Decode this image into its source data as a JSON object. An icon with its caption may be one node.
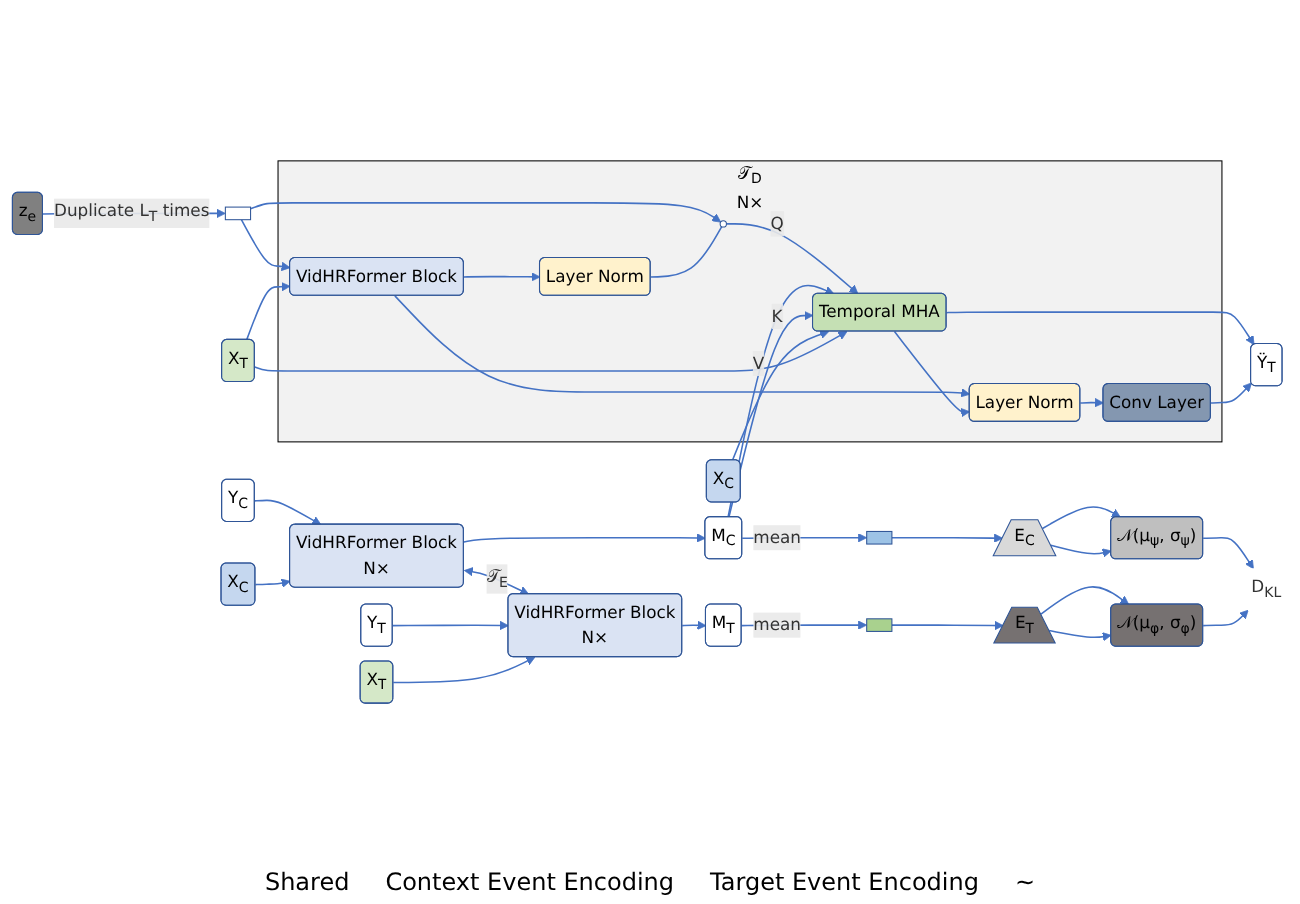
{
  "diagram": {
    "nodes": [
      {
        "text": [
          "Y$_{C}$"
        ]
      },
      {
        "text": [
          "VidHRFormer Block",
          "N×"
        ]
      },
      {
        "text": [
          "X$_{C}$"
        ]
      },
      {
        "text": [
          "M$_{C}$"
        ]
      },
      {
        "text": [],
        "shape": "box"
      },
      {
        "text": [
          "E$_{C}$"
        ]
      },
      {
        "text": [
          "𝒩(μ$_{ψ}$, σ$_{ψ}$)"
        ]
      },
      {
        "text": [
          "D$_{KL}$"
        ]
      },
      {
        "text": [
          "Y$_{T}$"
        ]
      },
      {
        "text": [
          "VidHRFormer Block",
          "N×"
        ]
      },
      {
        "text": [
          "X$_{T}$"
        ]
      },
      {
        "text": [
          "M$_{T}$"
        ]
      },
      {
        "text": [],
        "shape": "box"
      },
      {
        "text": [
          "E$_{T}$"
        ]
      },
      {
        "text": [
          "𝒩(μ$_{φ}$, σ$_{φ}$)"
        ]
      },
      {
        "text": [
          "z$_{e}$"
        ]
      },
      {
        "text": [],
        "shape": "box"
      },
      {
        "text": [
          "𝒯$_{D}$",
          "N×"
        ]
      },
      {
        "text": [
          "Conv Layer"
        ],
        "in": 17
      },
      {
        "text": [
          "Layer Norm"
        ],
        "in": 17
      },
      {
        "text": [
          "Temporal MHA"
        ],
        "in": 17
      },
      {
        "text": [],
        "shape": "circle",
        "in": 17
      },
      {
        "text": [
          "Layer Norm"
        ],
        "in": 17
      },
      {
        "text": [
          "VidHRFormer Block"
        ],
        "in": 17
      },
      {
        "text": [
          "Ÿ$_{T}$"
        ]
      },
      {
        "text": [
          "X$_{C}$"
        ]
      },
      {
        "text": [
          "X$_{T}$"
        ]
      }
    ],
    "edges": [
      {
        "from": 0,
        "to": 1,
        "arrow": "to"
      },
      {
        "from": 2,
        "to": 1,
        "arrow": "to"
      },
      {
        "from": 1,
        "to": 3,
        "arrow": "to"
      },
      {
        "from": 3,
        "to": 4,
        "arrow": "to",
        "label": "mean"
      },
      {
        "from": 4,
        "to": 5,
        "arrow": "to"
      },
      {
        "from": 5,
        "to": 6,
        "arrow": "to"
      },
      {
        "from": 5,
        "to": 6,
        "arrow": "to"
      },
      {
        "from": 6,
        "to": 7,
        "arrow": "to"
      },
      {
        "from": 1,
        "to": 9,
        "arrow": "both",
        "label": "𝒯$_{E}$"
      },
      {
        "from": 8,
        "to": 9,
        "arrow": "to"
      },
      {
        "from": 10,
        "to": 9,
        "arrow": "to"
      },
      {
        "from": 9,
        "to": 11,
        "arrow": "to"
      },
      {
        "from": 11,
        "to": 12,
        "arrow": "to",
        "label": "mean"
      },
      {
        "from": 12,
        "to": 13,
        "arrow": "to"
      },
      {
        "from": 13,
        "to": 14,
        "arrow": "to"
      },
      {
        "from": 13,
        "to": 14,
        "arrow": "to"
      },
      {
        "from": 14,
        "to": 7,
        "arrow": "to"
      },
      {
        "from": 15,
        "to": 16,
        "arrow": "to",
        "label": "Duplicate L$_{T}$ times"
      },
      {
        "from": 16,
        "to": 23,
        "arrow": "to"
      },
      {
        "from": 16,
        "to": 21,
        "arrow": "to"
      },
      {
        "from": 23,
        "to": 22,
        "arrow": "to"
      },
      {
        "from": 22,
        "to": 21,
        "arrow": "none"
      },
      {
        "from": 21,
        "to": 20,
        "arrow": "to",
        "label": "Q"
      },
      {
        "from": 3,
        "to": 20,
        "arrow": "to",
        "label": "V"
      },
      {
        "from": 3,
        "to": 20,
        "arrow": "to",
        "label": "K"
      },
      {
        "from": 25,
        "to": 20,
        "arrow": "to"
      },
      {
        "from": 26,
        "to": 20,
        "arrow": "to"
      },
      {
        "from": 26,
        "to": 23,
        "arrow": "to"
      },
      {
        "from": 23,
        "to": 19,
        "arrow": "to"
      },
      {
        "from": 20,
        "to": 19,
        "arrow": "to"
      },
      {
        "from": 19,
        "to": 18,
        "arrow": "to"
      },
      {
        "from": 20,
        "to": 24,
        "arrow": "to"
      },
      {
        "from": 18,
        "to": 24,
        "arrow": "to"
      }
    ],
    "labels": [
      "Shared",
      "Context Event Encoding",
      "Target Event Encoding",
      "~"
    ]
  }
}
